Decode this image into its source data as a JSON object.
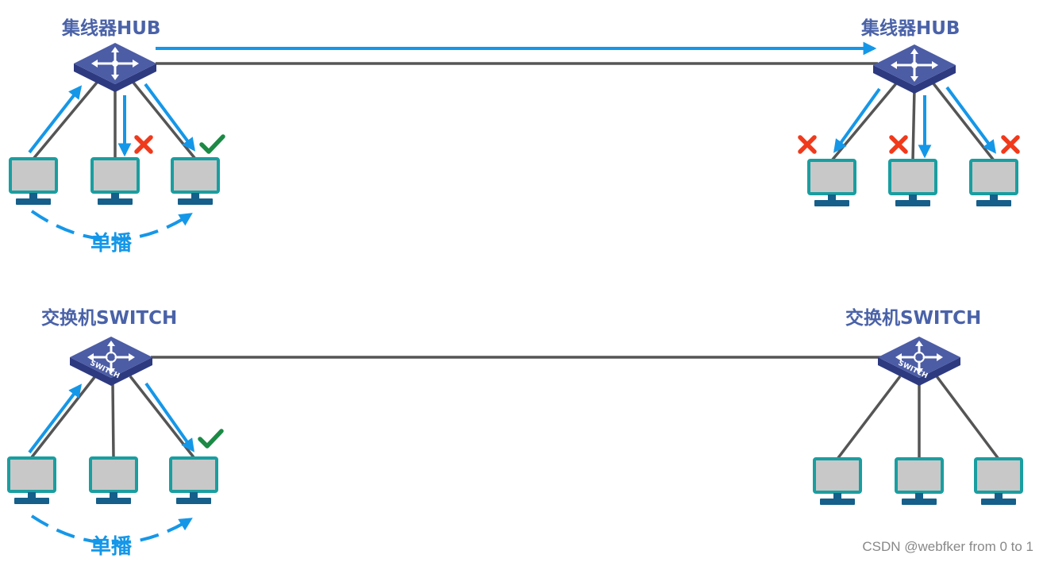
{
  "colors": {
    "title": "#4a62a8",
    "arrow": "#1597e8",
    "cable": "#555555",
    "monitor_frame": "#1a9ea0",
    "monitor_screen": "#c8c8c8",
    "monitor_base": "#155f8a",
    "device_top": "#4c5da6",
    "device_side": "#2e3a80",
    "cross": "#f03a1c",
    "check": "#1b8a45"
  },
  "icons": {
    "hub": "network-hub-icon",
    "switch": "network-switch-icon",
    "computer": "monitor-icon",
    "rejected": "cross-icon",
    "accepted": "checkmark-icon"
  },
  "hub_row": {
    "left_title": "集线器HUB",
    "right_title": "集线器HUB",
    "cast_label": "单播"
  },
  "switch_row": {
    "left_title": "交换机SWITCH",
    "right_title": "交换机SWITCH",
    "device_text": "SWITCH",
    "cast_label": "单播"
  },
  "watermark": "CSDN @webfker from 0 to 1"
}
